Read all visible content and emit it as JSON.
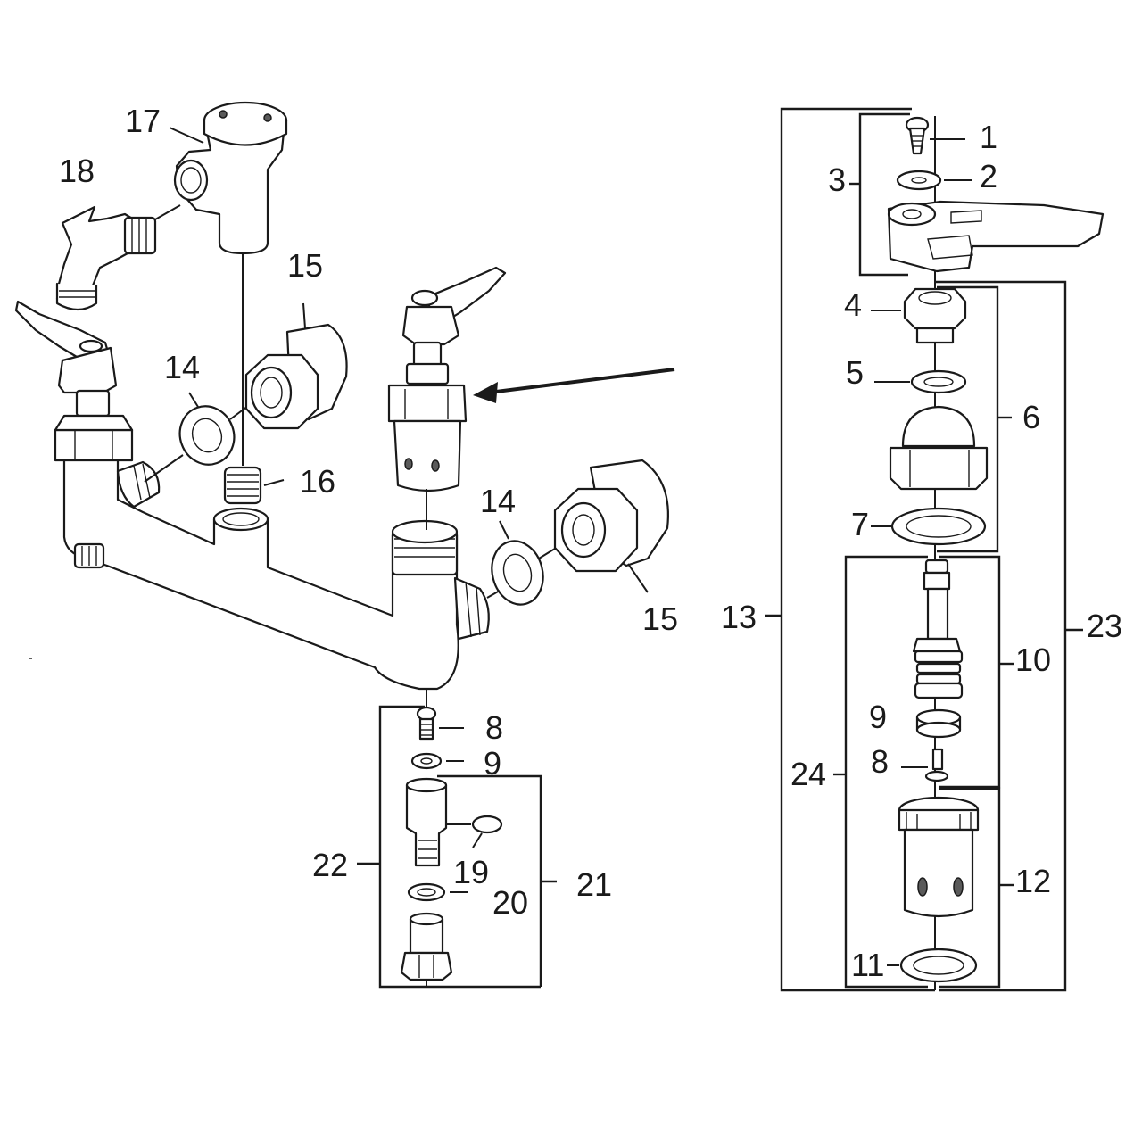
{
  "callouts": {
    "c1": "1",
    "c2": "2",
    "c3": "3",
    "c4": "4",
    "c5": "5",
    "c6": "6",
    "c7": "7",
    "c8a": "8",
    "c8b": "8",
    "c9a": "9",
    "c9b": "9",
    "c10": "10",
    "c11": "11",
    "c12": "12",
    "c13": "13",
    "c14a": "14",
    "c14b": "14",
    "c15a": "15",
    "c15b": "15",
    "c16": "16",
    "c17": "17",
    "c18": "18",
    "c19": "19",
    "c20": "20",
    "c21": "21",
    "c22": "22",
    "c23": "23",
    "c24": "24"
  },
  "colors": {
    "ink": "#1a1a1a",
    "paper": "#ffffff",
    "shade": "#e9e9e9"
  }
}
